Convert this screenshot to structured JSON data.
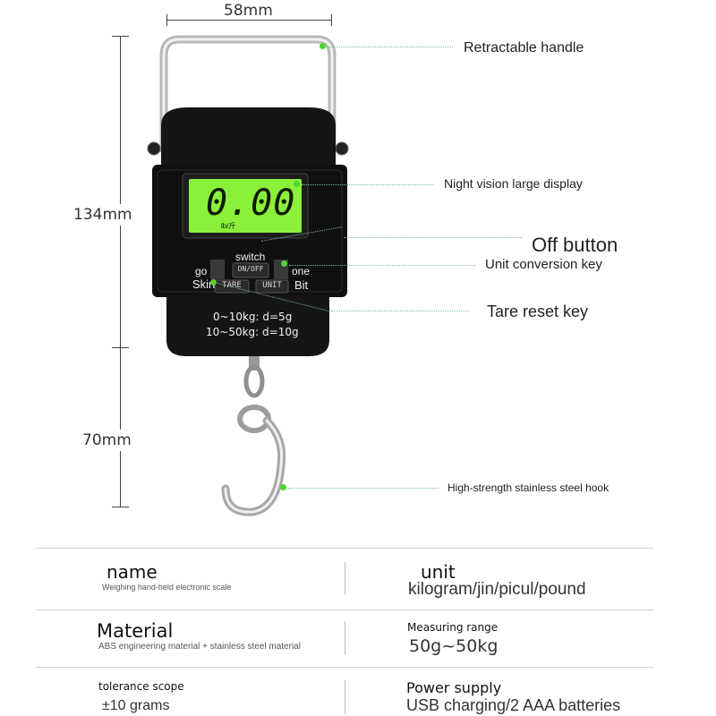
{
  "dimensions": {
    "width": "58mm",
    "height_body": "134mm",
    "height_hook": "70mm"
  },
  "callouts": {
    "handle": "Retractable handle",
    "display": "Night vision large display",
    "off_button": "Off button",
    "unit_key": "Unit conversion key",
    "tare_key": "Tare reset key",
    "hook": "High-strength stainless steel hook"
  },
  "device": {
    "display_value": "0.00",
    "display_unit": "lb/斤",
    "switch_label": "switch",
    "go_label": "go",
    "skin_label": "Skin",
    "one_label": "one",
    "bit_label": "Bit",
    "onoff_key": "ON/OFF",
    "tare_key": "TARE",
    "unit_key": "UNIT",
    "range_line_1": "0~10kg: d=5g",
    "range_line_2": "10~50kg: d=10g"
  },
  "specs": {
    "name_title": "name",
    "name_value": "Weighing hand-held electronic scale",
    "unit_title": "unit",
    "unit_value": "kilogram/jin/picul/pound",
    "material_title": "Material",
    "material_value": "ABS engineering material + stainless steel material",
    "range_title": "Measuring range",
    "range_value": "50g~50kg",
    "tolerance_title": "tolerance scope",
    "tolerance_value": "±10 grams",
    "power_title": "Power supply",
    "power_value": "USB charging/2 AAA batteries"
  },
  "colors": {
    "lcd": "#8af03a",
    "body": "#111111",
    "indicator": "#4cd430"
  }
}
